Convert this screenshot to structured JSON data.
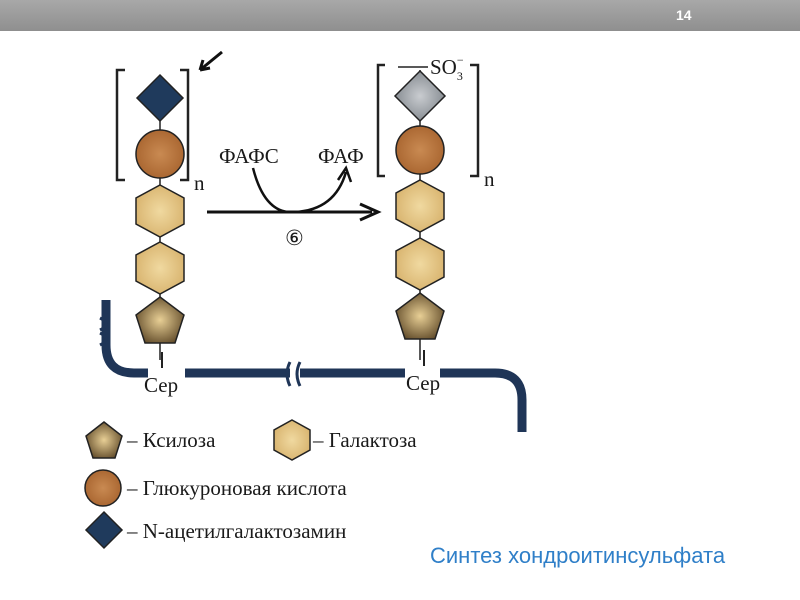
{
  "slide": {
    "page_number": "14",
    "caption": "Синтез хондроитинсульфата"
  },
  "diagram": {
    "reagent_in": "ФАФС",
    "reagent_out": "ФАФ",
    "step": "⑥",
    "repeat": "n",
    "sulfate": "SO",
    "sulfate_sub": "3",
    "sulfate_sup": "−",
    "serine": "Сер",
    "colors": {
      "protein": "#1f3557",
      "nacgal": "#1f3a5c",
      "glcua": "#b7743c",
      "gal": "#e2c27e",
      "xyl": "#8a6a3a"
    }
  },
  "legend": [
    {
      "icon": "pentagon-icon",
      "label": "– Ксилоза"
    },
    {
      "icon": "hexagon-icon",
      "label": "– Галактоза"
    },
    {
      "icon": "circle-icon",
      "label": "– Глюкуроновая кислота"
    },
    {
      "icon": "diamond-icon",
      "label": "– N-ацетилгалактозамин"
    }
  ]
}
